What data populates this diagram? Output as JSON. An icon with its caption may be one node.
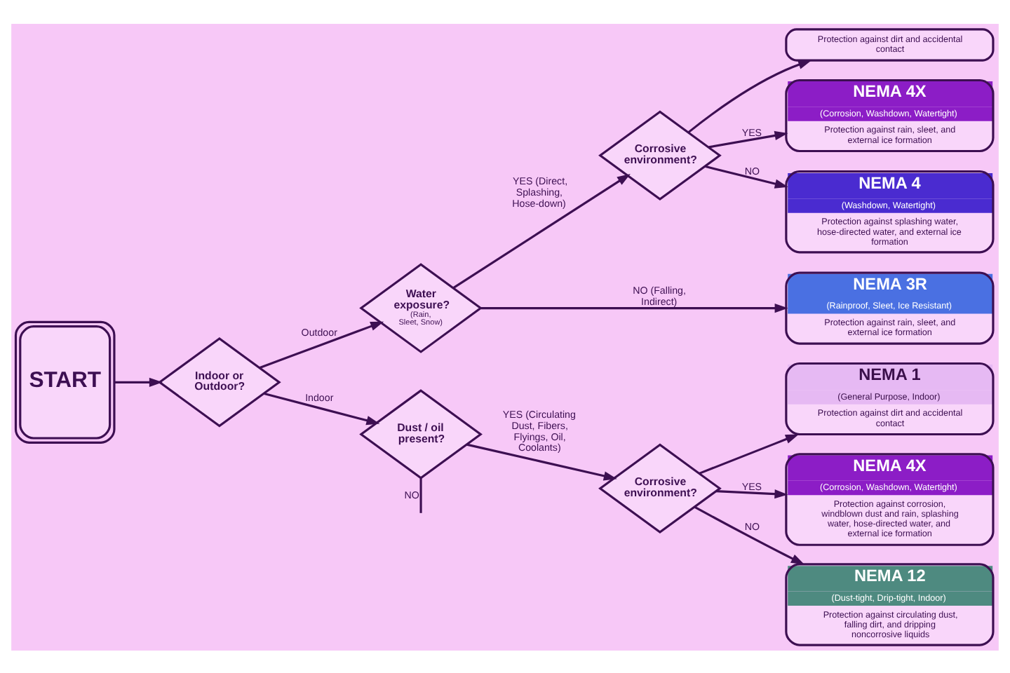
{
  "diagram": {
    "nodes": [
      {
        "text": [
          "START"
        ]
      },
      {
        "text": [
          "Indoor or Outdoor?"
        ]
      },
      {
        "text": [
          "Water exposure?",
          "(Rain, Sleet, Snow)"
        ]
      },
      {
        "text": [
          "Corrosive environment?"
        ]
      },
      {
        "text": [
          "Protection against dirt and accidental contact"
        ]
      },
      {
        "text": [
          "NEMA 4X",
          "(Corrosion, Washdown, Watertight)",
          "Protection against rain, sleet, and external ice formation"
        ]
      },
      {
        "text": [
          "NEMA 4",
          "(Washdown, Watertight)",
          "Protection against splashing water, hose-directed water, and external ice formation"
        ]
      },
      {
        "text": [
          "NEMA 3R",
          "(Rainproof, Sleet, Ice Resistant)",
          "Protection against rain, sleet, and external ice formation"
        ]
      },
      {
        "text": [
          "Dust / oil present?"
        ]
      },
      {
        "text": [
          "Corrosive environment?"
        ]
      },
      {
        "text": [
          "NEMA 1",
          "(General Purpose, Indoor)",
          "Protection against dirt and accidental contact"
        ]
      },
      {
        "text": [
          "NEMA 4X",
          "(Corrosion, Washdown, Watertight)",
          "Protection against corrosion, windblown dust and rain, splashing water, hose-directed water, and external ice formation"
        ]
      },
      {
        "text": [
          "NEMA 12",
          "(Dust-tight, Drip-tight, Indoor)",
          "Protection against circulating dust, falling dirt, and dripping noncorrosive liquids"
        ]
      }
    ],
    "edges": [
      {
        "from": 0,
        "to": 1,
        "arrow": "to"
      },
      {
        "from": 1,
        "to": 2,
        "arrow": "to",
        "label": "Outdoor"
      },
      {
        "from": 1,
        "to": 8,
        "arrow": "to",
        "label": "Indoor"
      },
      {
        "from": 2,
        "to": 3,
        "arrow": "to",
        "label": "YES (Direct, Splashing, Hose-down)"
      },
      {
        "from": 2,
        "to": 7,
        "arrow": "to",
        "label": "NO (Falling, Indirect)"
      },
      {
        "from": 3,
        "to": 4,
        "arrow": "to"
      },
      {
        "from": 3,
        "to": 5,
        "arrow": "to",
        "label": "YES"
      },
      {
        "from": 3,
        "to": 6,
        "arrow": "to",
        "label": "NO"
      },
      {
        "from": 8,
        "to": 9,
        "arrow": "to",
        "label": "YES (Circulating Dust, Fibers, Flyings, Oil, Coolants)"
      },
      {
        "from": 8,
        "to": null,
        "arrow": "none",
        "label": "NO"
      },
      {
        "from": 9,
        "to": 10,
        "arrow": "to"
      },
      {
        "from": 9,
        "to": 11,
        "arrow": "to",
        "label": "YES"
      },
      {
        "from": 9,
        "to": 12,
        "arrow": "to",
        "label": "NO"
      }
    ]
  }
}
